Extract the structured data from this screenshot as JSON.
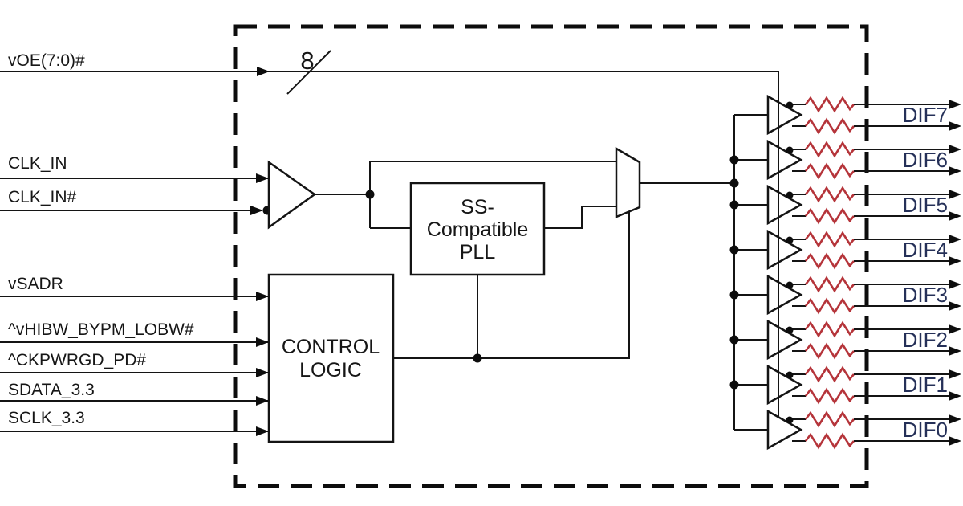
{
  "diagram_title": "clock-buffer-functional-block-diagram",
  "colors": {
    "wire": "#141414",
    "chip_border": "#0d0d0d",
    "resistor": "#b5343a",
    "dif_label": "#253058",
    "background": "#ffffff"
  },
  "bus_width_label": "8",
  "inputs": [
    {
      "label": "vOE(7:0)#"
    },
    {
      "label": "CLK_IN"
    },
    {
      "label": "CLK_IN#"
    },
    {
      "label": "vSADR"
    },
    {
      "label": "^vHIBW_BYPM_LOBW#"
    },
    {
      "label": "^CKPWRGD_PD#"
    },
    {
      "label": "SDATA_3.3"
    },
    {
      "label": "SCLK_3.3"
    }
  ],
  "blocks": {
    "pll": {
      "line1": "SS-",
      "line2": "Compatible",
      "line3": "PLL"
    },
    "control": {
      "line1": "CONTROL",
      "line2": "LOGIC"
    }
  },
  "outputs": [
    {
      "label": "DIF7"
    },
    {
      "label": "DIF6"
    },
    {
      "label": "DIF5"
    },
    {
      "label": "DIF4"
    },
    {
      "label": "DIF3"
    },
    {
      "label": "DIF2"
    },
    {
      "label": "DIF1"
    },
    {
      "label": "DIF0"
    }
  ]
}
